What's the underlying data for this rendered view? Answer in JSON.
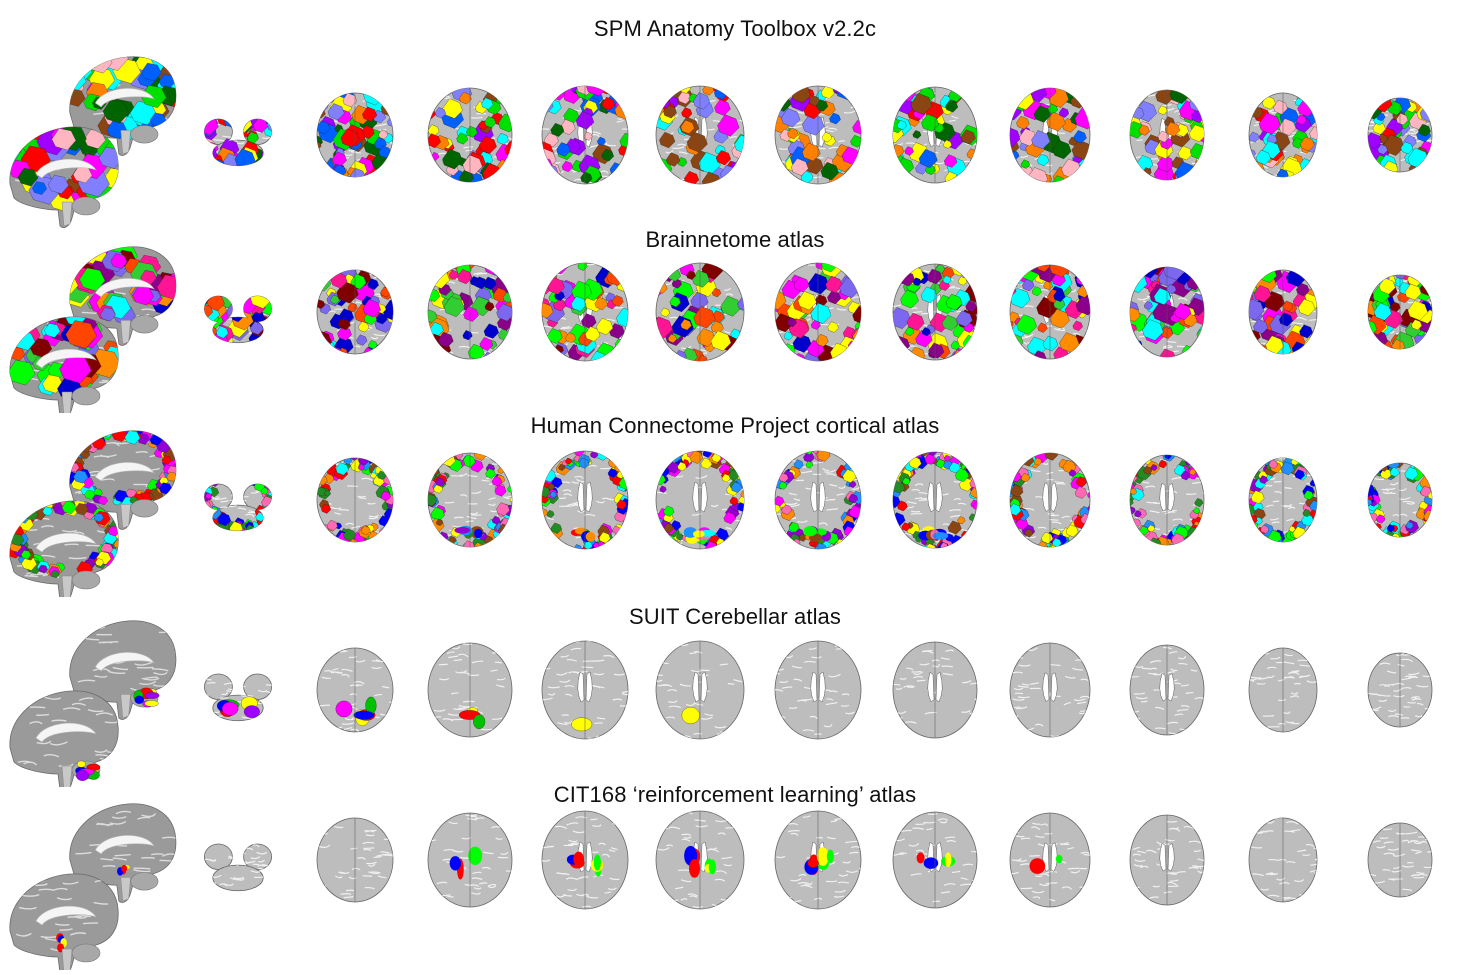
{
  "figure": {
    "atlases": [
      {
        "title": "SPM Anatomy Toolbox v2.2c",
        "style": "dense",
        "palette": [
          "#ff00ff",
          "#00e000",
          "#0060ff",
          "#ffff00",
          "#ff8000",
          "#8b4513",
          "#00ffff",
          "#ff0000",
          "#8080ff",
          "#006400",
          "#a000ff",
          "#ffb6c1"
        ]
      },
      {
        "title": "Brainnetome atlas",
        "style": "dense",
        "palette": [
          "#ff00ff",
          "#ffff00",
          "#00ff00",
          "#0000cd",
          "#800000",
          "#ff4500",
          "#00ffff",
          "#ff1493",
          "#7b68ee",
          "#32cd32",
          "#ff8c00",
          "#8b008b"
        ]
      },
      {
        "title": "Human Connectome Project cortical atlas",
        "style": "cortical",
        "palette": [
          "#ff00ff",
          "#00ff00",
          "#0000ff",
          "#ffff00",
          "#ff0000",
          "#00ffff",
          "#ff8c00",
          "#8b4513",
          "#9400d3",
          "#228b22",
          "#ff69b4",
          "#1e90ff"
        ]
      },
      {
        "title": "SUIT Cerebellar atlas",
        "style": "cerebellar",
        "palette": [
          "#ffff00",
          "#ff0000",
          "#00c000",
          "#0000ff",
          "#ff00ff",
          "#a000ff"
        ]
      },
      {
        "title": "CIT168 ‘reinforcement learning’ atlas",
        "style": "subcortical",
        "palette": [
          "#ff0000",
          "#00ff00",
          "#0000ff",
          "#ffff00"
        ]
      }
    ],
    "slice_count": 11,
    "icons": {
      "sagittal": "sagittal-brain-view",
      "axial": "axial-brain-slice"
    }
  }
}
